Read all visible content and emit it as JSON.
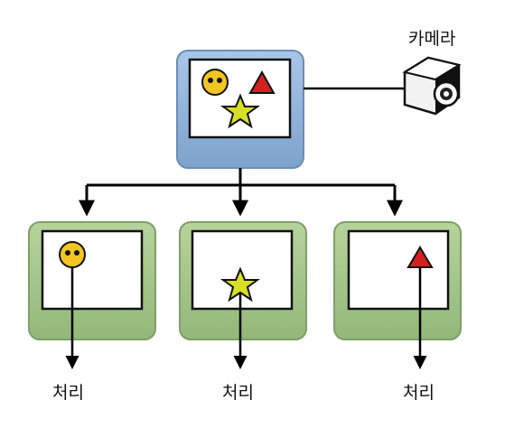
{
  "camera": {
    "label": "카메라",
    "icon": "camera-icon"
  },
  "source_frame": {
    "objects": [
      "face-icon",
      "triangle-icon",
      "star-icon"
    ],
    "color": "#8fb3dc"
  },
  "outputs": [
    {
      "object": "face-icon",
      "label": "처리"
    },
    {
      "object": "star-icon",
      "label": "처리"
    },
    {
      "object": "triangle-icon",
      "label": "처리"
    }
  ],
  "colors": {
    "source_frame": "#8fb3dc",
    "output_frame": "#a3c48a",
    "face": "#f2c522",
    "star": "#d8df27",
    "triangle": "#d62020",
    "lines": "#000000"
  }
}
